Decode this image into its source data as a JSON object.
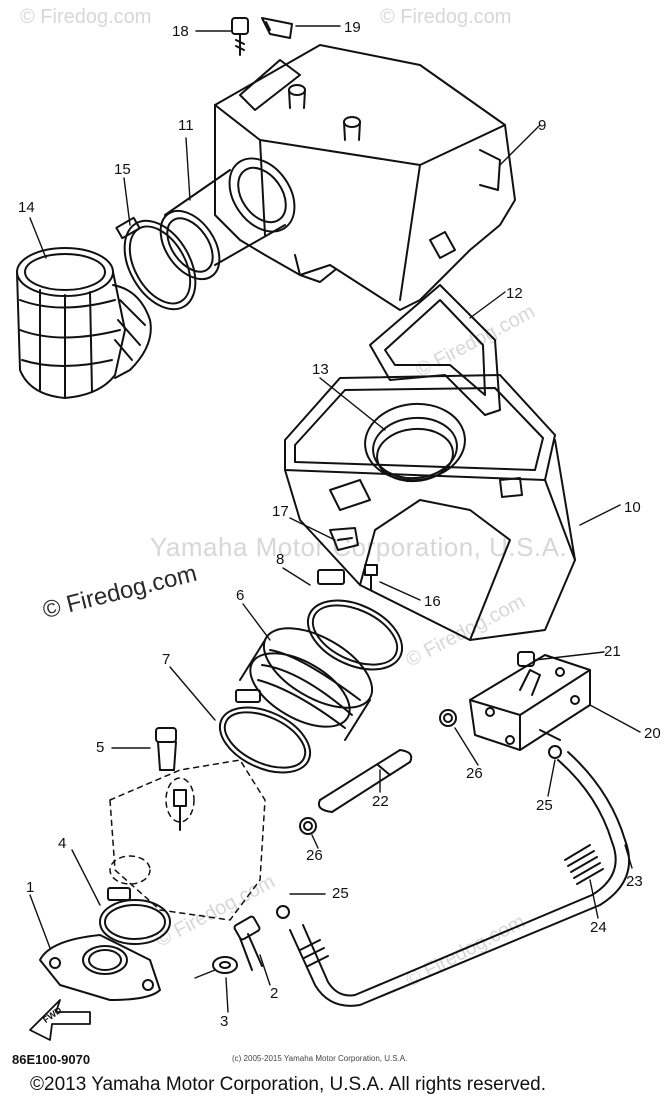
{
  "watermark": {
    "small": "© Firedog.com",
    "center": "Yamaha Motor Corporation, U.S.A.",
    "left": "© Firedog.com"
  },
  "callouts": {
    "p1": "1",
    "p2": "2",
    "p3": "3",
    "p4": "4",
    "p5": "5",
    "p6": "6",
    "p7": "7",
    "p8": "8",
    "p9": "9",
    "p10": "10",
    "p11": "11",
    "p12": "12",
    "p13": "13",
    "p14": "14",
    "p15": "15",
    "p16": "16",
    "p17": "17",
    "p18": "18",
    "p19": "19",
    "p20": "20",
    "p21": "21",
    "p22": "22",
    "p23": "23",
    "p24": "24",
    "p25a": "25",
    "p25b": "25",
    "p26a": "26",
    "p26b": "26"
  },
  "fwd_label": "FWD",
  "diagram_code": "86E100-9070",
  "small_copyright": "(c) 2005-2015 Yamaha Motor Corporation, U.S.A.",
  "copyright": "©2013 Yamaha Motor Corporation, U.S.A. All rights reserved.",
  "colors": {
    "ink": "#111111",
    "watermark": "#d7d7d7",
    "background": "#ffffff"
  }
}
